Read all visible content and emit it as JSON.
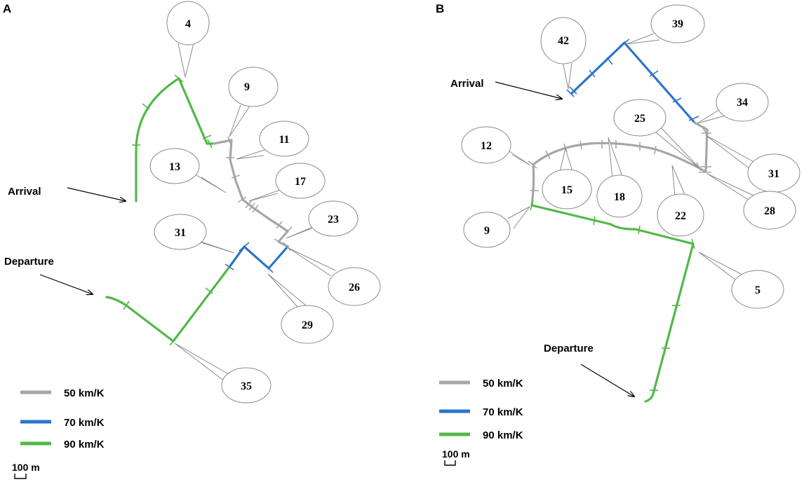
{
  "colors": {
    "speed50": "#a6a6a6",
    "speed70": "#2e74c9",
    "speed90": "#52b848",
    "bubble_stroke": "#8a8a8a"
  },
  "panels": [
    {
      "label": "A",
      "arrival_label": "Arrival",
      "departure_label": "Departure",
      "callouts": [
        "4",
        "9",
        "11",
        "13",
        "17",
        "23",
        "31",
        "26",
        "29",
        "35"
      ],
      "legend": [
        {
          "speed": "50 km/K",
          "color_key": "speed50"
        },
        {
          "speed": "70 km/K",
          "color_key": "speed70"
        },
        {
          "speed": "90 km/K",
          "color_key": "speed90"
        }
      ],
      "scale_label": "100 m"
    },
    {
      "label": "B",
      "arrival_label": "Arrival",
      "departure_label": "Departure",
      "callouts": [
        "42",
        "39",
        "34",
        "25",
        "12",
        "15",
        "18",
        "22",
        "31",
        "28",
        "9",
        "5"
      ],
      "legend": [
        {
          "speed": "50 km/K",
          "color_key": "speed50"
        },
        {
          "speed": "70 km/K",
          "color_key": "speed70"
        },
        {
          "speed": "90 km/K",
          "color_key": "speed90"
        }
      ],
      "scale_label": "100 m"
    }
  ]
}
